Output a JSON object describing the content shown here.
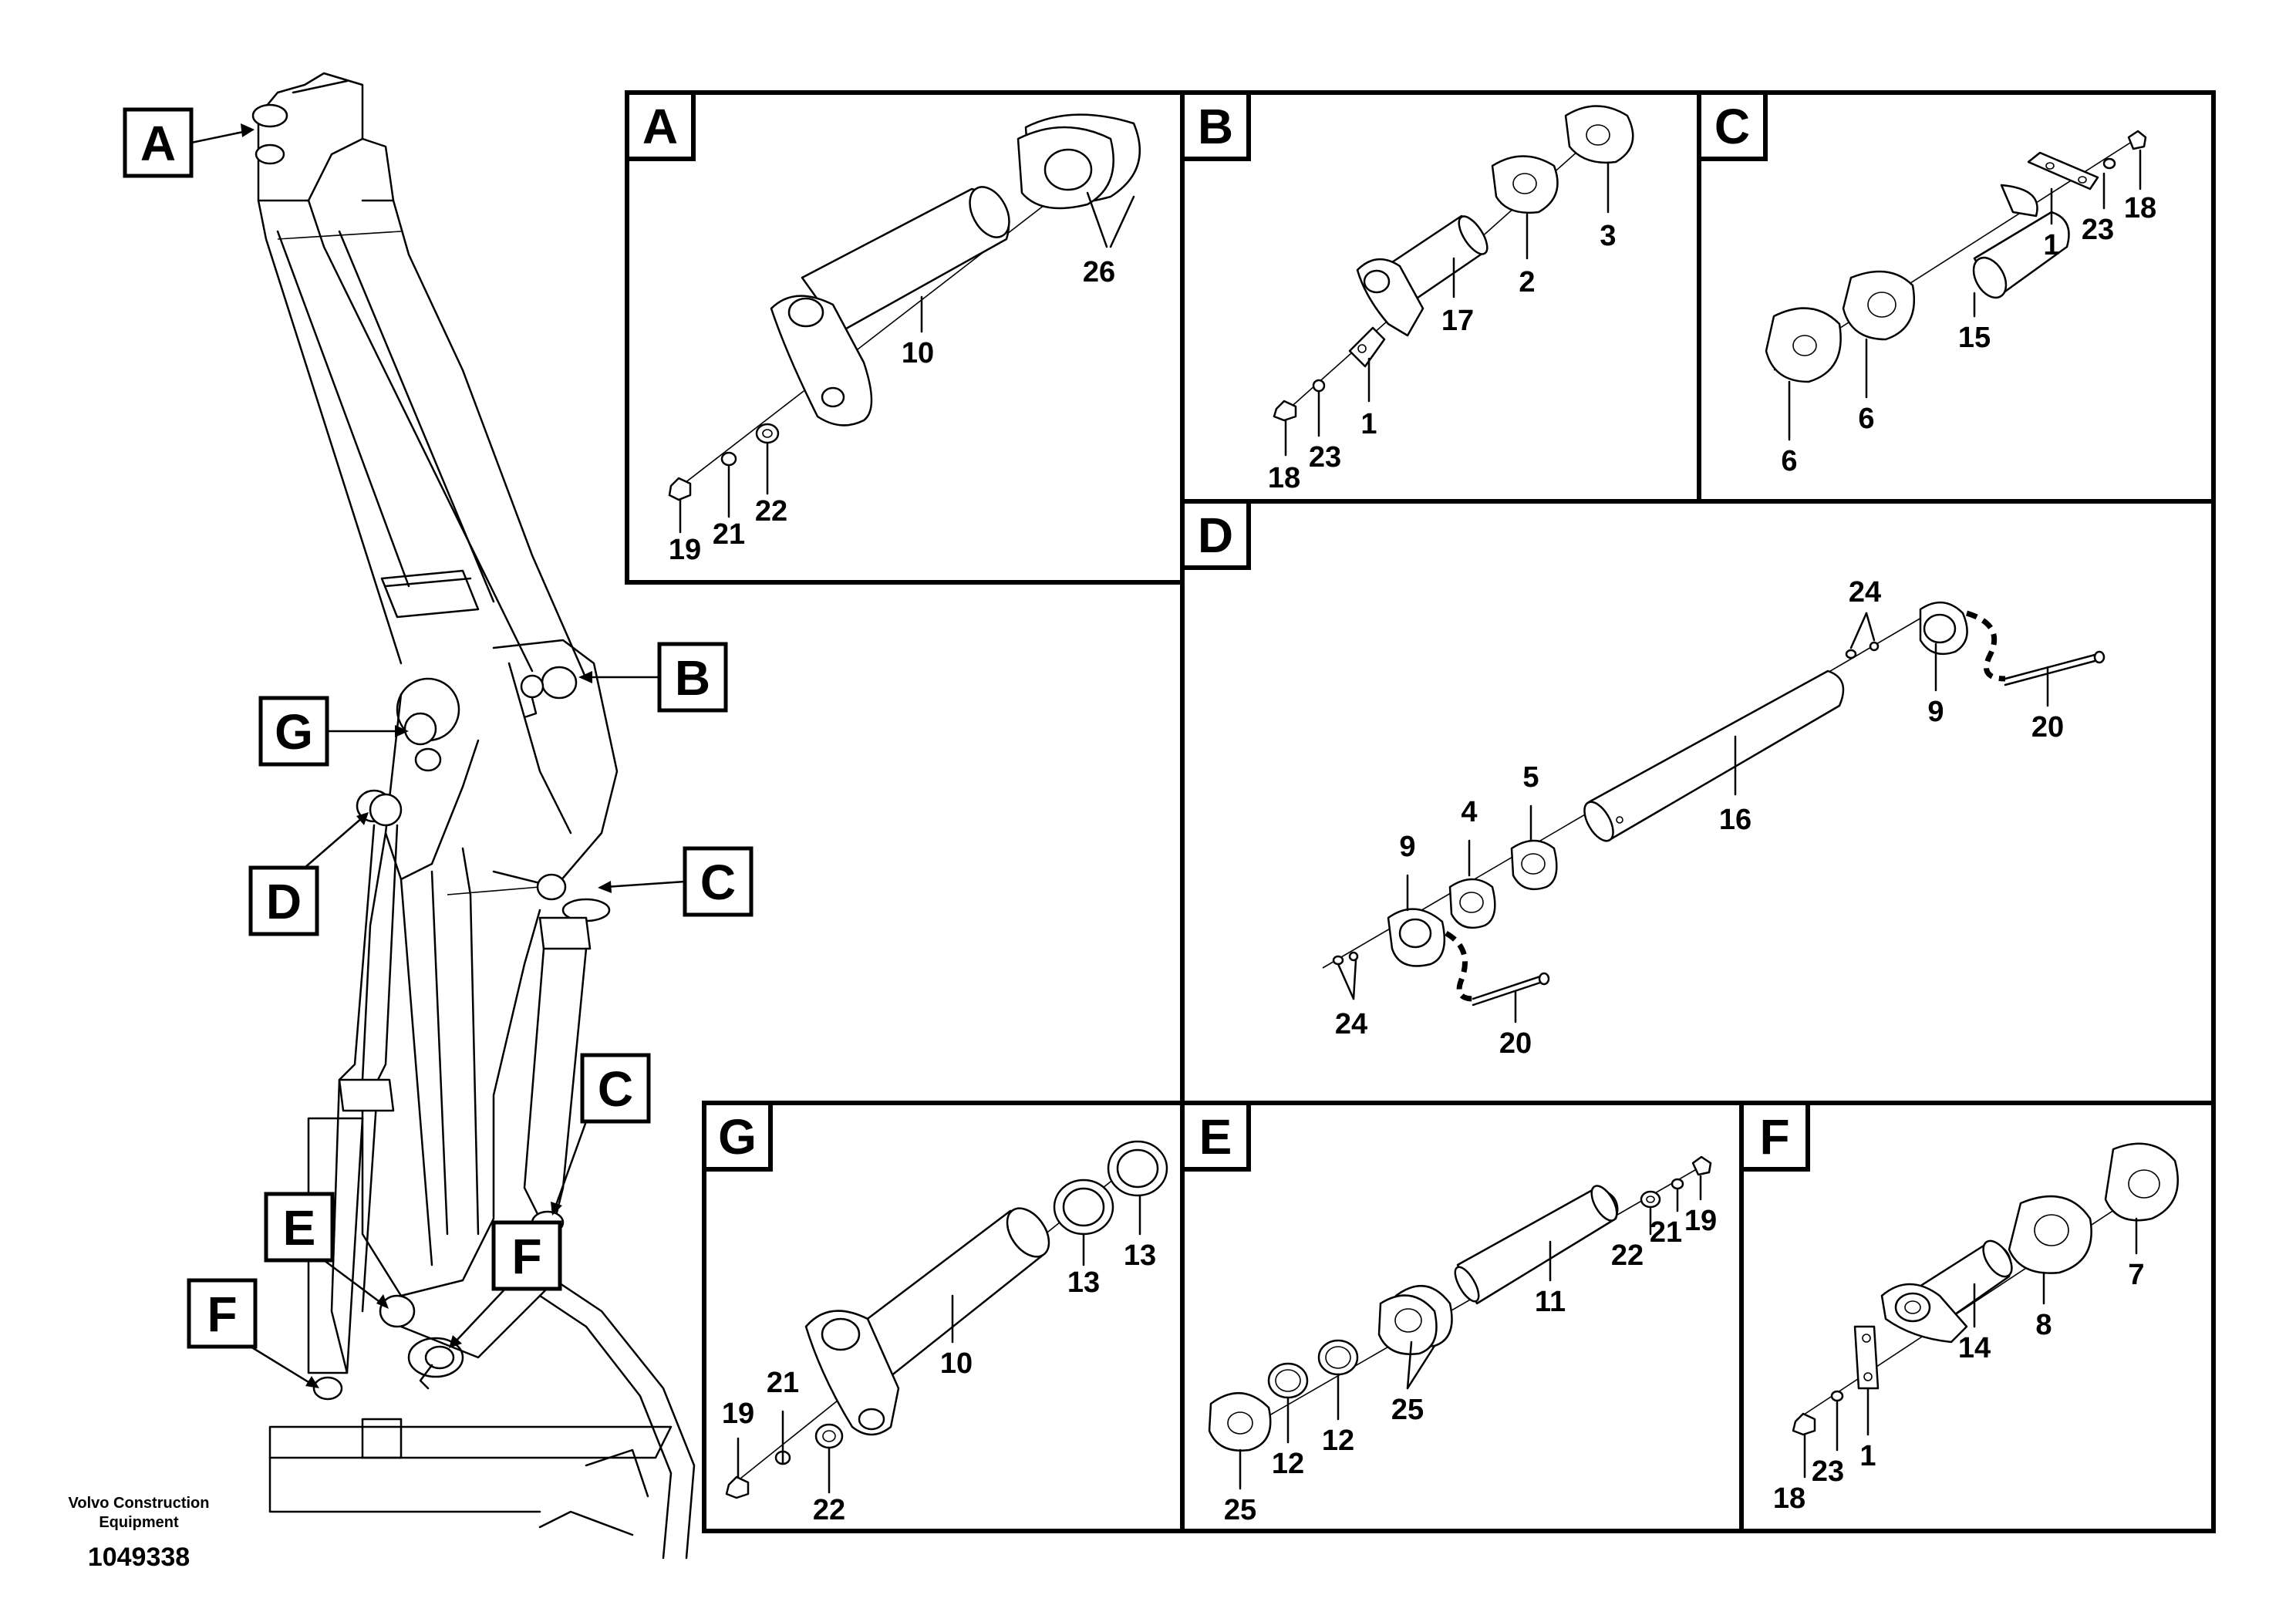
{
  "overview": {
    "callouts": [
      "A",
      "B",
      "G",
      "D",
      "C",
      "C",
      "E",
      "F",
      "F"
    ]
  },
  "panels": {
    "A": {
      "letter": "A",
      "labels": [
        "26",
        "10",
        "22",
        "21",
        "19"
      ]
    },
    "B": {
      "letter": "B",
      "labels": [
        "3",
        "2",
        "17",
        "1",
        "23",
        "18"
      ]
    },
    "C": {
      "letter": "C",
      "labels": [
        "1",
        "18",
        "23",
        "15",
        "6",
        "6"
      ]
    },
    "D": {
      "letter": "D",
      "labels": [
        "24",
        "9",
        "20",
        "16",
        "5",
        "4",
        "9",
        "24",
        "20"
      ]
    },
    "G": {
      "letter": "G",
      "labels": [
        "13",
        "13",
        "10",
        "21",
        "19",
        "22"
      ]
    },
    "E": {
      "letter": "E",
      "labels": [
        "19",
        "21",
        "22",
        "11",
        "25",
        "12",
        "12",
        "25"
      ]
    },
    "F": {
      "letter": "F",
      "labels": [
        "7",
        "8",
        "14",
        "1",
        "23",
        "18"
      ]
    }
  },
  "footer": {
    "credit_line1": "Volvo Construction",
    "credit_line2": "Equipment",
    "doc_number": "1049338"
  }
}
